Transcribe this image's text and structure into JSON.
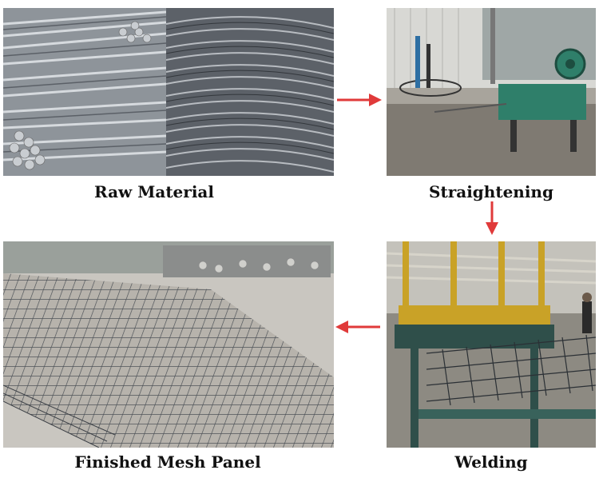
{
  "captions": {
    "raw_material": "Raw Material",
    "straightening": "Straightening",
    "welding": "Welding",
    "finished": "Finished Mesh Panel"
  },
  "colors": {
    "arrow": "#e03a3a",
    "caption": "#111111",
    "steel_light": "#b9bdc2",
    "steel_dark": "#4a4f55",
    "machine_green": "#2f7f6a",
    "frame_yellow": "#c9a227"
  },
  "icons": {
    "arrow_right": "arrow-right-icon",
    "arrow_down": "arrow-down-icon",
    "arrow_left": "arrow-left-icon"
  }
}
